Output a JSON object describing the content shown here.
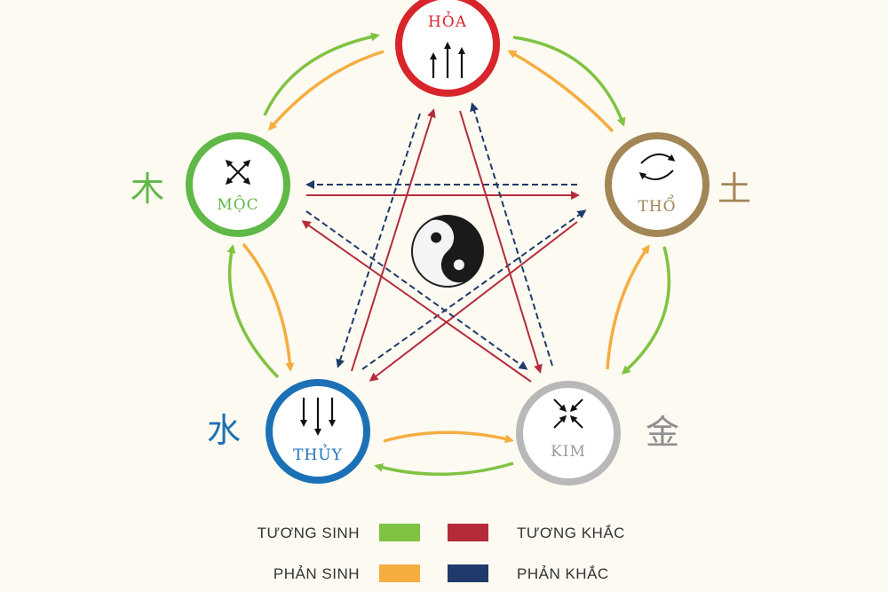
{
  "elements": {
    "hoa": {
      "label": "HỎA",
      "color": "#d8242b",
      "han": "",
      "icon": "three-up-arrows-icon"
    },
    "tho": {
      "label": "THỔ",
      "color": "#a38656",
      "han": "土",
      "icon": "cycle-arrows-icon"
    },
    "kim": {
      "label": "KIM",
      "color": "#b8b8b8",
      "han": "金",
      "icon": "converging-arrows-icon"
    },
    "thuy": {
      "label": "THỦY",
      "color": "#1c71b6",
      "han": "水",
      "icon": "three-down-arrows-icon"
    },
    "moc": {
      "label": "MỘC",
      "color": "#5fb847",
      "han": "木",
      "icon": "diverging-arrows-icon"
    }
  },
  "center_icon": "yin-yang-icon",
  "legend": {
    "tuong_sinh": {
      "label": "TƯƠNG SINH",
      "color": "#80c342"
    },
    "phan_sinh": {
      "label": "PHẢN SINH",
      "color": "#f5ad40"
    },
    "tuong_khac": {
      "label": "TƯƠNG KHẮC",
      "color": "#b52b3a"
    },
    "phan_khac": {
      "label": "PHẢN KHẮC",
      "color": "#1f3a6b"
    }
  }
}
